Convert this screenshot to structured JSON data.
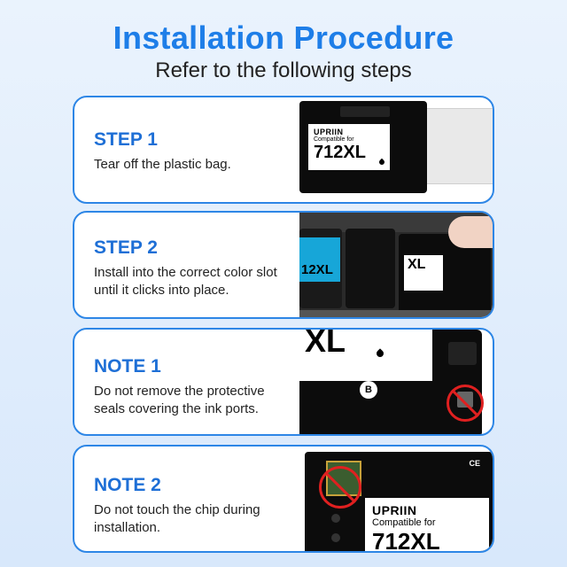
{
  "header": {
    "title": "Installation Procedure",
    "subtitle": "Refer to the following steps"
  },
  "steps": [
    {
      "title": "STEP 1",
      "desc": "Tear off the plastic bag."
    },
    {
      "title": "STEP 2",
      "desc": "Install into the correct color slot until it clicks into place."
    },
    {
      "title": "NOTE 1",
      "desc": "Do not remove the protective seals covering the ink ports."
    },
    {
      "title": "NOTE 2",
      "desc": "Do not touch the chip during installation."
    }
  ],
  "product": {
    "brand": "UPRIIN",
    "compatible": "Compatible for",
    "model": "712XL",
    "model_partial": "12XL",
    "model_partial2": "XL",
    "letter": "B",
    "cert": "CE"
  },
  "colors": {
    "accent": "#1e7ee8",
    "card_border": "#2d86e6",
    "warning": "#e02020"
  }
}
